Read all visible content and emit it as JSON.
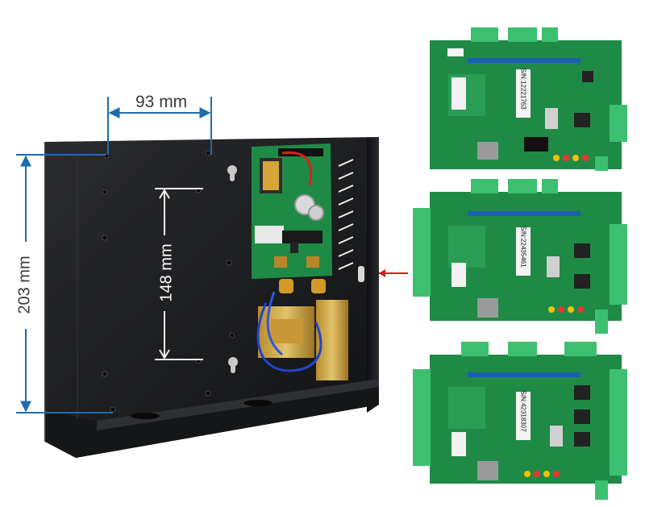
{
  "dimensions": {
    "width_label": "93 mm",
    "inner_height_label": "148 mm",
    "total_height_label": "203 mm"
  },
  "boards": [
    {
      "serial": "S/N:12221763"
    },
    {
      "serial": "S/N:22435461"
    },
    {
      "serial": "S/N:42318307"
    }
  ],
  "colors": {
    "dimension_line": "#1f6bb0",
    "pointer_arrow": "#d61a1a",
    "enclosure": "#1e1f21",
    "pcb": "#1f8a46",
    "terminal": "#3cc070"
  }
}
